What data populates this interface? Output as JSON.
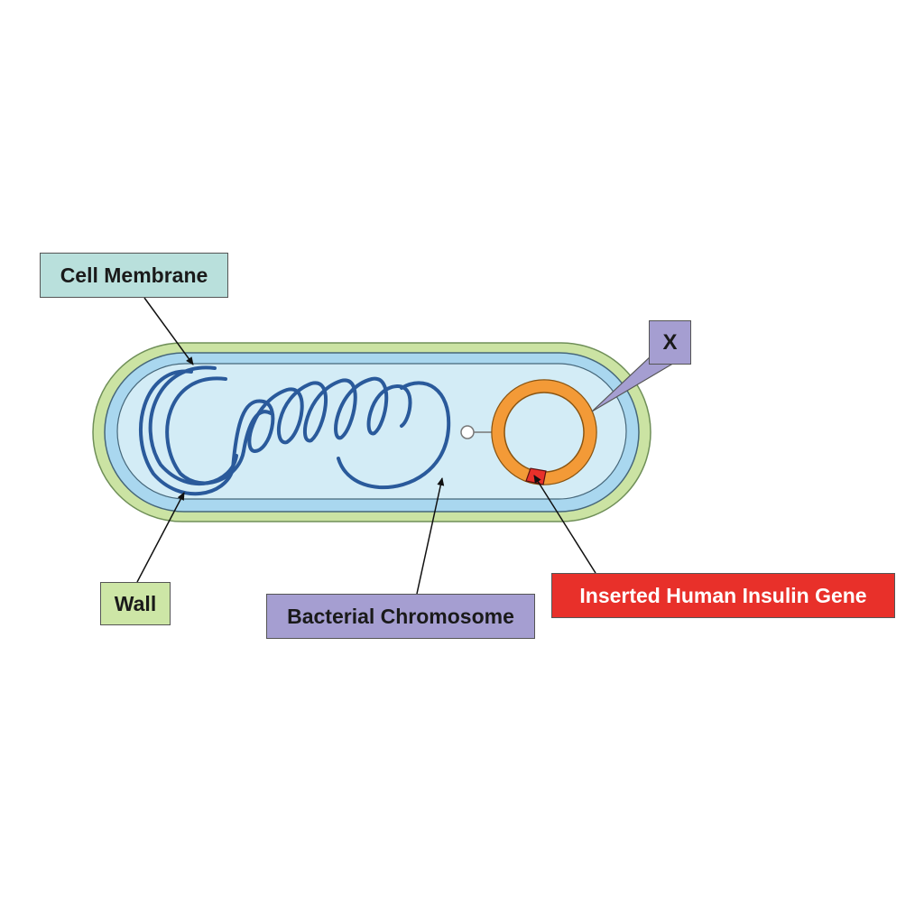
{
  "labels": {
    "cell_membrane": "Cell Membrane",
    "x": "X",
    "wall": "Wall",
    "bacterial_chromosome": "Bacterial Chromosome",
    "insulin_gene": "Inserted Human Insulin Gene"
  },
  "colors": {
    "cell_membrane_box": "#b9e0dc",
    "x_box": "#a59ed1",
    "wall_box": "#cde6a6",
    "bacterial_chromosome_box": "#a59ed1",
    "insulin_gene_box": "#e8302a",
    "cell_wall": "#cbe3a3",
    "membrane": "#a9d7ef",
    "cytoplasm": "#d3ecf6",
    "chromosome": "#2a5a9b",
    "plasmid": "#f39a37",
    "insulin_segment": "#e8302a"
  }
}
